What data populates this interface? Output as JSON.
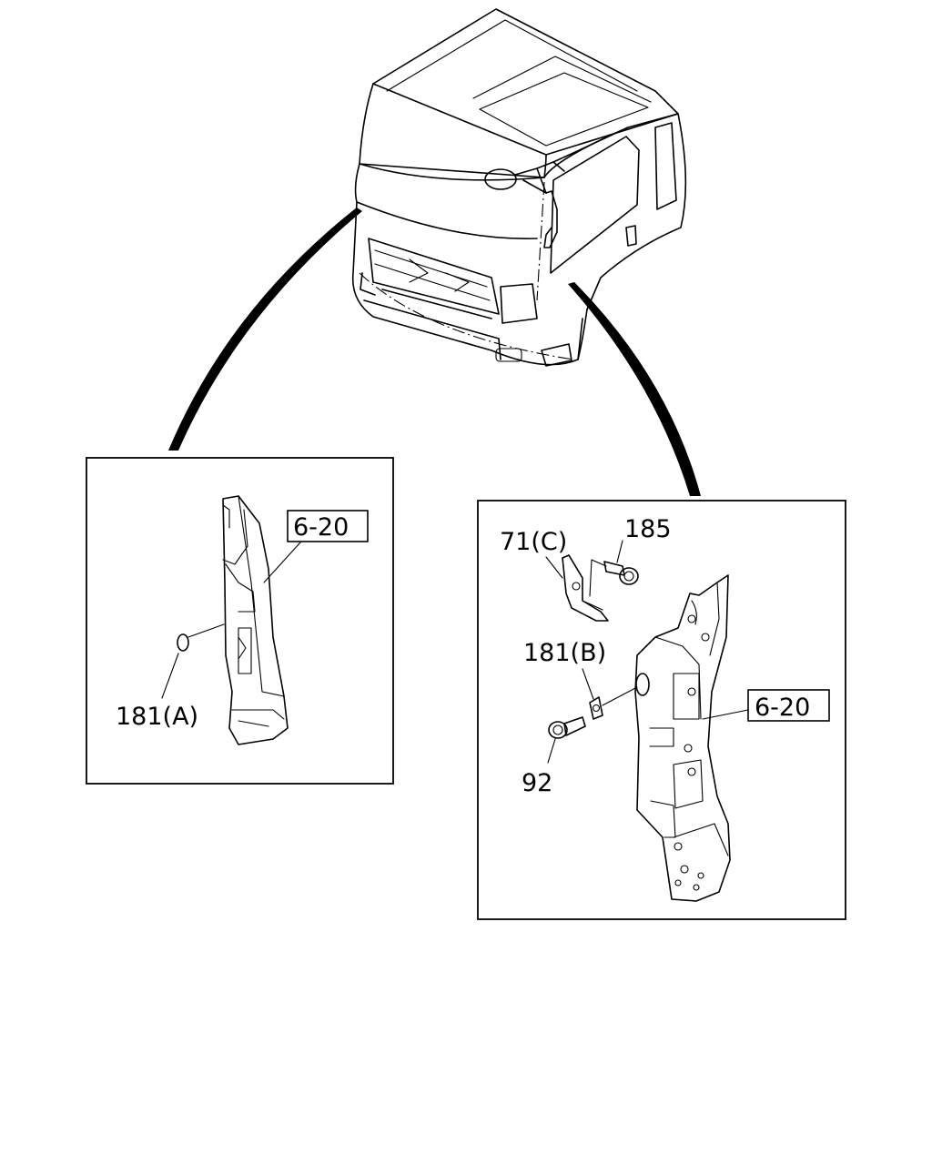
{
  "callouts": {
    "left": {
      "ref_label": "6-20",
      "part_181a": "181(A)"
    },
    "right": {
      "part_71c": "71(C)",
      "part_185": "185",
      "part_181b": "181(B)",
      "part_92": "92",
      "ref_label": "6-20"
    }
  }
}
